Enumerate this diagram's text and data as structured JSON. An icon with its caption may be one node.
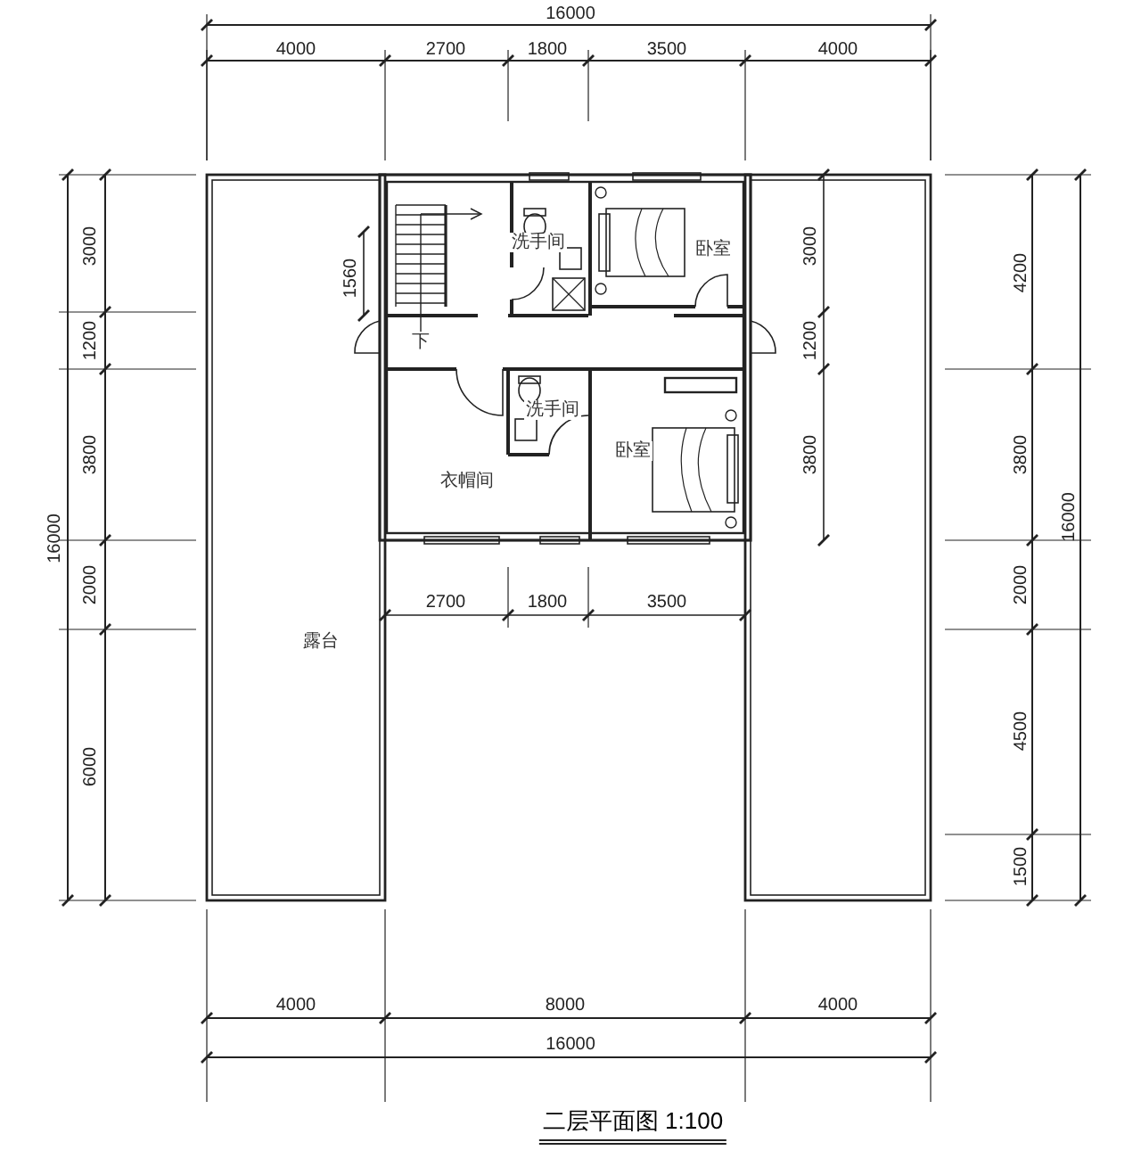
{
  "diagram": {
    "caption": "二层平面图 1:100",
    "labels": [
      "16000",
      "4000",
      "2700",
      "1800",
      "3500",
      "4000",
      "3000",
      "1560",
      "洗手间",
      "卧室",
      "3000",
      "4200",
      "下",
      "1200",
      "1200",
      "洗手间",
      "卧室",
      "3800",
      "3800",
      "3800",
      "衣帽间",
      "16000",
      "16000",
      "2000",
      "2000",
      "2700",
      "1800",
      "3500",
      "露台",
      "4500",
      "6000",
      "1500",
      "4000",
      "8000",
      "4000",
      "16000"
    ]
  }
}
